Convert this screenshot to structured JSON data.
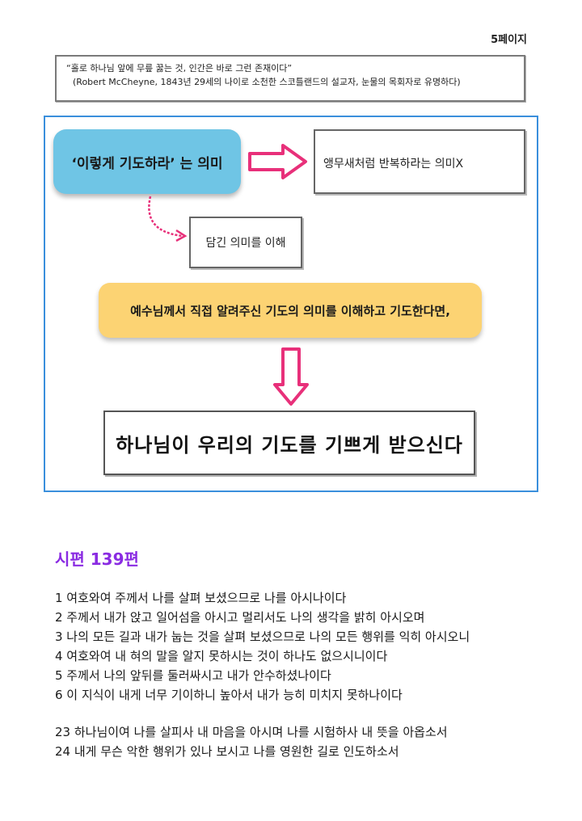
{
  "page_number": "5페이지",
  "quote": {
    "line1": "“홀로 하나님 앞에 무릎 꿇는 것, 인간은 바로 그런 존재이다”",
    "line2": "(Robert McCheyne, 1843년 29세의 나이로 소천한 스코틀랜드의 설교자, 눈물의 목회자로 유명하다)"
  },
  "diagram": {
    "title_pill": "‘이렇게 기도하라’ 는 의미",
    "right_box": "앵무새처럼 반복하라는 의미X",
    "middle_box": "담긴 의미를 이해",
    "orange_pill": "예수님께서 직접 알려주신 기도의 의미를 이해하고 기도한다면,",
    "result_box": "하나님이 우리의 기도를 기쁘게 받으신다"
  },
  "psalm": {
    "title": "시편 139편",
    "verses_group1": [
      "1 여호와여 주께서 나를 살펴 보셨으므로 나를 아시나이다",
      "2 주께서 내가 앉고 일어섬을 아시고 멀리서도 나의 생각을 밝히 아시오며",
      "3 나의 모든 길과 내가 눕는 것을 살펴 보셨으므로 나의 모든 행위를 익히 아시오니",
      "4 여호와여 내 혀의 말을 알지 못하시는 것이 하나도 없으시니이다",
      "5 주께서 나의 앞뒤를 둘러싸시고 내가 안수하셨나이다",
      "6 이 지식이 내게 너무 기이하니 높아서 내가 능히 미치지 못하나이다"
    ],
    "verses_group2": [
      "23 하나님이여 나를 살피사 내 마음을 아시며 나를 시험하사 내 뜻을 아옵소서",
      "24 내게 무슨 악한 행위가 있나 보시고 나를 영원한 길로 인도하소서"
    ]
  },
  "colors": {
    "frame_border": "#3a8fdc",
    "title_pill_bg": "#6fc5e5",
    "orange_pill_bg": "#fcd373",
    "arrow": "#e8307a",
    "psalm_title": "#8a2be2"
  }
}
